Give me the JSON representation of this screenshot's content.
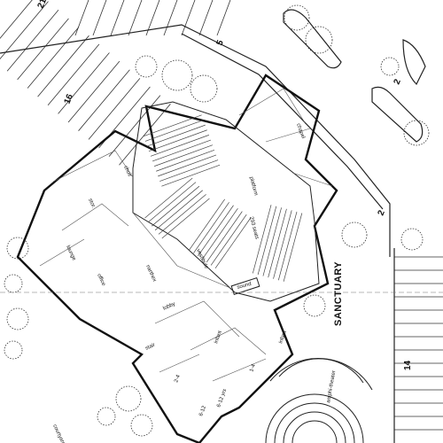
{
  "plan": {
    "title": "SANCTUARY",
    "labels": {
      "seats": "293 seats",
      "platform": "platform",
      "sound": "sound",
      "lobby": "lobby",
      "chapel": "chapel",
      "lounge": "lounge",
      "narthex": "narthex",
      "vestibule": "vestibule",
      "office": "office",
      "storage": "stor.",
      "amphitheater": "amphi-theater",
      "courtyard": "courtyard",
      "infant": "infant",
      "infant2": "infant",
      "age_1_4": "1-4",
      "age_2_4": "2-4",
      "age_6_12": "6-12 yrs",
      "age_612b": "6-12",
      "choir": "choir",
      "stair": "stair"
    },
    "parking_numbers": {
      "p16": "16",
      "p5": "5",
      "p21": "21",
      "p2a": "2",
      "p2b": "2",
      "p14": "14"
    }
  }
}
